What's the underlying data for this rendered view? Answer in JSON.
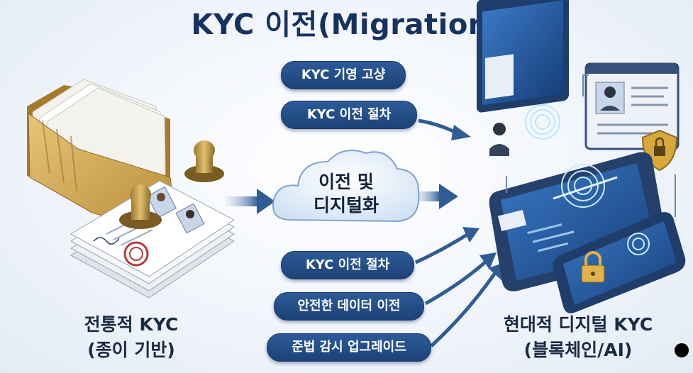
{
  "title": "KYC 이전(Migration)",
  "center": {
    "cloud_label": [
      "이전 및",
      "디지털화"
    ],
    "top_pills": [
      "KYC 기영 고샹",
      "KYC 이전 절차"
    ],
    "bottom_pills": [
      "KYC 이전 절차",
      "안전한 데이터 이전",
      "준법 감시 업그레이드"
    ]
  },
  "left": {
    "caption": [
      "전통적 KYC",
      "(종이 기반)"
    ]
  },
  "right": {
    "caption": [
      "현대적 디지털 KYC",
      "(블록체인/AI)"
    ]
  },
  "colors": {
    "navy": "#1d4276",
    "arrow": "#2f5c93",
    "title": "#16325f",
    "gold": "#c9a24a"
  },
  "icons": [
    "folder-icon",
    "stamp-icon",
    "document-stack-icon",
    "cloud-icon",
    "arrow-right-icon",
    "monitor-icon",
    "fingerprint-icon",
    "id-card-icon",
    "tablet-icon",
    "phone-icon",
    "padlock-icon",
    "shield-icon"
  ]
}
